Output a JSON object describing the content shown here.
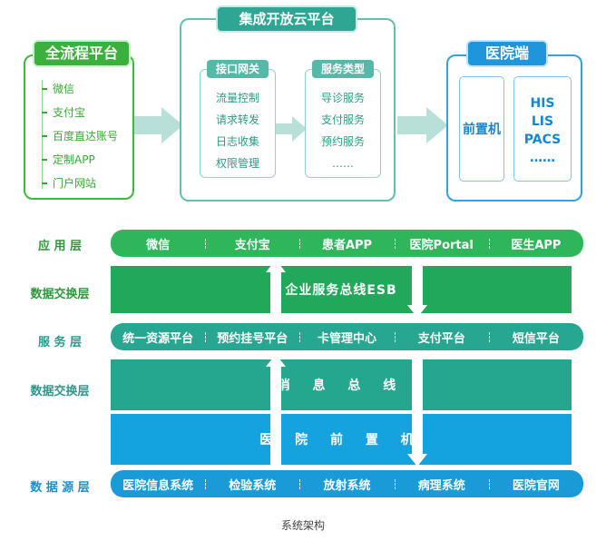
{
  "top": {
    "full_process": {
      "title": "全流程平台",
      "items": [
        "微信",
        "支付宝",
        "百度直达账号",
        "定制APP",
        "门户网站"
      ]
    },
    "cloud": {
      "title": "集成开放云平台",
      "gateway": {
        "title": "接口网关",
        "items": [
          "流量控制",
          "请求转发",
          "日志收集",
          "权限管理"
        ]
      },
      "services": {
        "title": "服务类型",
        "items": [
          "导诊服务",
          "支付服务",
          "预约服务",
          "……"
        ]
      }
    },
    "hospital": {
      "title": "医院端",
      "front": "前置机",
      "systems": [
        "HIS",
        "LIS",
        "PACS",
        "……"
      ]
    }
  },
  "layers": {
    "application": {
      "label": "应 用 层",
      "items": [
        "微信",
        "支付宝",
        "患者APP",
        "医院Portal",
        "医生APP"
      ]
    },
    "exchange1": {
      "label": "数据交换层",
      "text": "企业服务总线ESB"
    },
    "service": {
      "label": "服 务 层",
      "items": [
        "统一资源平台",
        "预约挂号平台",
        "卡管理中心",
        "支付平台",
        "短信平台"
      ]
    },
    "exchange2": {
      "label": "数据交换层",
      "text1": "消 息 总 线",
      "text2": "医 院 前 置 机"
    },
    "source": {
      "label": "数 据 源 层",
      "items": [
        "医院信息系统",
        "检验系统",
        "放射系统",
        "病理系统",
        "医院官网"
      ]
    }
  },
  "caption": "系统架构",
  "colors": {
    "green": "#3cb03c",
    "teal": "#2fa694",
    "blue": "#1f95dc",
    "app_bar": "#2fb55a",
    "esb_block": "#22a85a",
    "service_bar": "#27a692",
    "msg_block": "#25a78f",
    "front_block": "#14a3de",
    "source_bar": "#1a9bd8"
  }
}
